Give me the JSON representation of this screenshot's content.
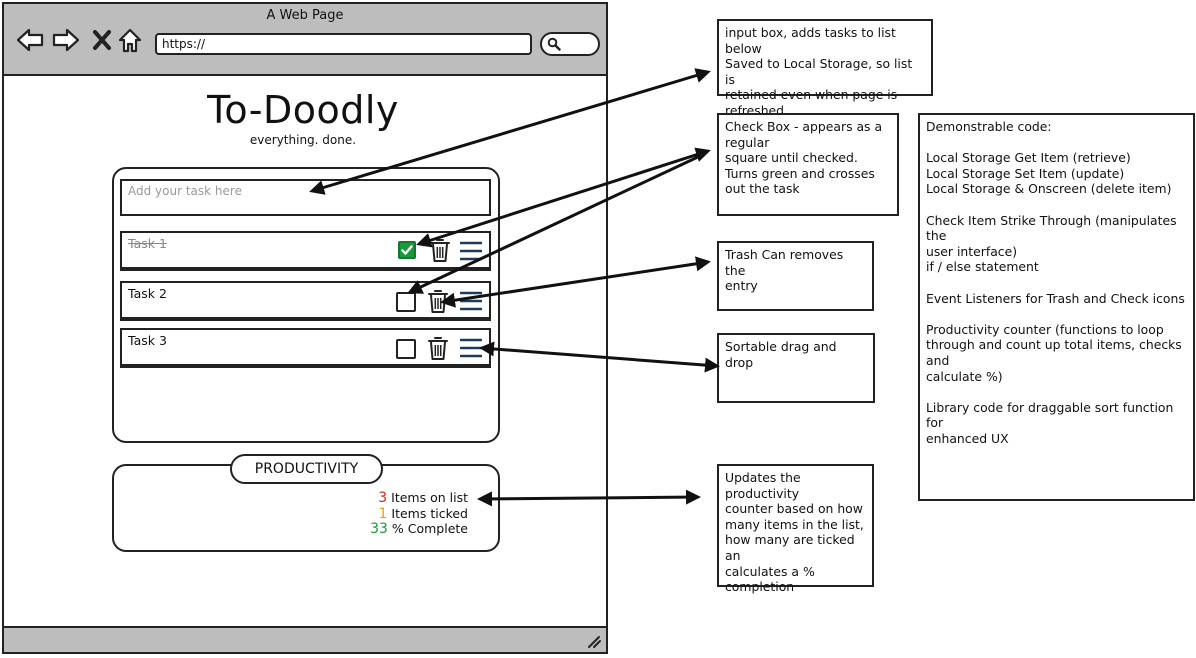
{
  "browser": {
    "window_title": "A Web Page",
    "url": "https://",
    "nav_icons": [
      "back-arrow-icon",
      "forward-arrow-icon",
      "close-x-icon",
      "home-icon"
    ],
    "search_icon": "search-icon"
  },
  "app": {
    "title": "To-Doodly",
    "tagline": "everything. done.",
    "input_placeholder": "Add your task here",
    "tasks": [
      {
        "label": "Task 1",
        "checked": true
      },
      {
        "label": "Task 2",
        "checked": false
      },
      {
        "label": "Task 3",
        "checked": false
      }
    ]
  },
  "productivity": {
    "heading": "PRODUCTIVITY",
    "items_on_list": "3",
    "items_on_list_label": "Items on list",
    "items_ticked": "1",
    "items_ticked_label": "Items ticked",
    "percent_complete": "33",
    "percent_complete_label": "% Complete"
  },
  "colors": {
    "items_on_list": "#d0291e",
    "items_ticked": "#f0a000",
    "percent_complete": "#1a9a3a",
    "checked_box": "#1a9a3a",
    "drag_handle": "#1f3a5f",
    "browser_chrome": "#bdbdbd"
  },
  "notes": {
    "input": [
      "input box, adds tasks to list below",
      "Saved to Local Storage, so list is",
      "retained even when page is",
      "refreshed"
    ],
    "checkbox": [
      "Check Box - appears as a",
      "regular",
      "square until checked.",
      "Turns green and crosses",
      "out the task"
    ],
    "trash": [
      "Trash Can removes the",
      "entry"
    ],
    "sortable": [
      "Sortable drag and drop"
    ],
    "counter": [
      "Updates the productivity",
      "counter based on how",
      "many items in the list,",
      "how many are ticked an",
      "calculates a %",
      "completion"
    ],
    "demo": [
      "Demonstrable code:",
      "",
      "Local Storage Get Item (retrieve)",
      "Local Storage Set Item (update)",
      "Local Storage & Onscreen (delete item)",
      "",
      "Check Item Strike Through (manipulates the",
      "user interface)",
      "if / else statement",
      "",
      "Event Listeners for Trash and Check icons",
      "",
      "Productivity counter (functions to loop",
      "through and count up total items, checks and",
      "calculate %)",
      "",
      "Library code for draggable sort function for",
      "enhanced UX"
    ]
  }
}
